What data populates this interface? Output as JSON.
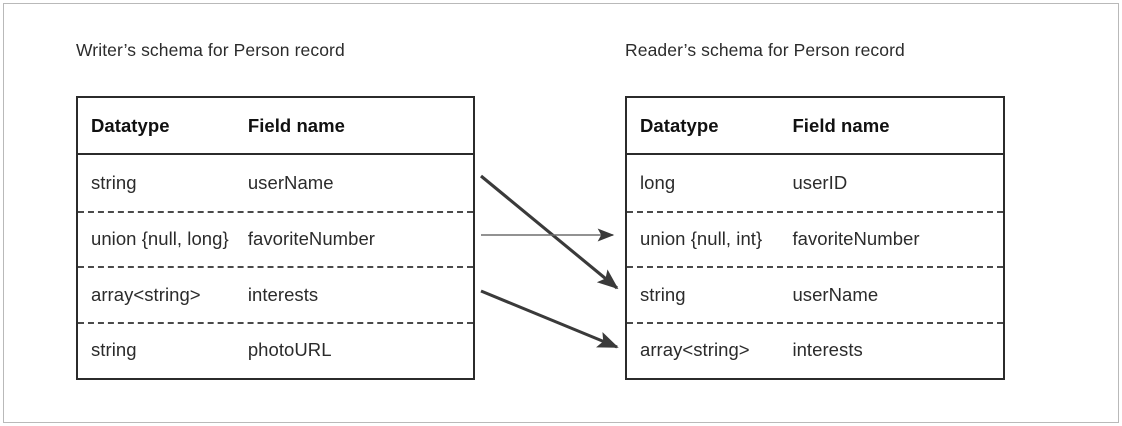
{
  "diagram": {
    "type": "schema-evolution-mapping",
    "columns": [
      "Datatype",
      "Field name"
    ]
  },
  "writer": {
    "title": "Writer’s schema for Person record",
    "headers": {
      "datatype": "Datatype",
      "field_name": "Field name"
    },
    "rows": [
      {
        "datatype": "string",
        "field_name": "userName"
      },
      {
        "datatype": "union {null, long}",
        "field_name": "favoriteNumber"
      },
      {
        "datatype": "array<string>",
        "field_name": "interests"
      },
      {
        "datatype": "string",
        "field_name": "photoURL"
      }
    ]
  },
  "reader": {
    "title": "Reader’s schema for Person record",
    "headers": {
      "datatype": "Datatype",
      "field_name": "Field name"
    },
    "rows": [
      {
        "datatype": "long",
        "field_name": "userID"
      },
      {
        "datatype": "union {null, int}",
        "field_name": "favoriteNumber"
      },
      {
        "datatype": "string",
        "field_name": "userName"
      },
      {
        "datatype": "array<string>",
        "field_name": "interests"
      }
    ]
  },
  "mappings": [
    {
      "from": "userName",
      "to": "userName",
      "style": "thick-diagonal"
    },
    {
      "from": "favoriteNumber",
      "to": "favoriteNumber",
      "style": "thin-horizontal"
    },
    {
      "from": "interests",
      "to": "interests",
      "style": "thick-diagonal"
    }
  ],
  "colors": {
    "text": "#2b2b2b",
    "border": "#2b2b2b",
    "dashed_separator": "#4a4a4a",
    "outer_frame": "#b9b9b9",
    "arrow_thick": "#3a3a3a",
    "arrow_thin": "#6e6e6e",
    "background": "#ffffff"
  }
}
